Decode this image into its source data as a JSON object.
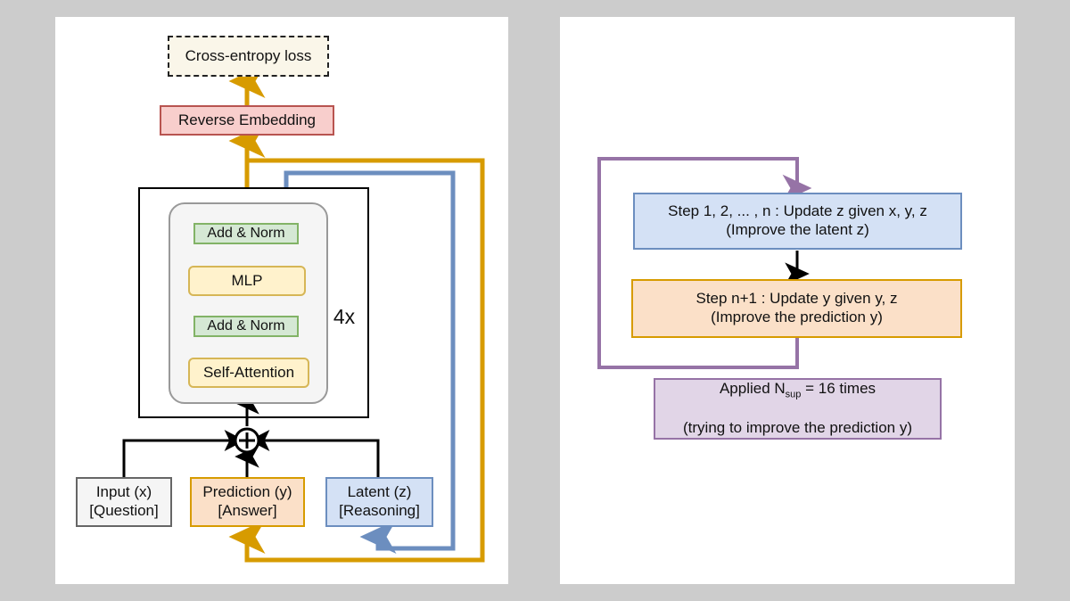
{
  "figure": {
    "background_color": "#cccccc",
    "panel_color": "#ffffff"
  },
  "palette": {
    "orange_stroke": "#d79b00",
    "orange_fill": "#fbe0c8",
    "blue_stroke": "#6c8ebf",
    "blue_fill": "#d4e1f5",
    "green_stroke": "#82b366",
    "green_fill": "#d5e8d4",
    "yellow_stroke": "#d6b656",
    "yellow_fill": "#fff2cc",
    "red_stroke": "#b85450",
    "red_fill": "#f8cecc",
    "purple_stroke": "#9673a6",
    "purple_fill": "#e1d5e7",
    "grey_stroke": "#666666",
    "grey_fill": "#f5f5f5",
    "black_stroke": "#000000",
    "dashed_fill": "#faf6e9"
  },
  "left_panel": {
    "loss_box": "Cross-entropy loss",
    "reverse_embedding": "Reverse Embedding",
    "repeat_label": "4x",
    "block": {
      "add_norm_top": "Add & Norm",
      "mlp": "MLP",
      "add_norm_bottom": "Add & Norm",
      "self_attention": "Self-Attention"
    },
    "combine_symbol": "+",
    "inputs": [
      {
        "title": "Input (x)",
        "subtitle": "[Question]"
      },
      {
        "title": "Prediction (y)",
        "subtitle": "[Answer]"
      },
      {
        "title": "Latent (z)",
        "subtitle": "[Reasoning]"
      }
    ],
    "input_x": "Input (x)\n[Question]",
    "prediction_y": "Prediction (y)\n[Answer]",
    "latent_z": "Latent (z)\n[Reasoning]"
  },
  "right_panel": {
    "step_z": "Step 1, 2, ... , n : Update z given x, y, z\n(Improve the latent z)",
    "step_y": "Step n+1 : Update y given y, z\n(Improve the prediction y)",
    "applied_line1_pre": "Applied N",
    "applied_line1_sub": "sup",
    "applied_line1_post": " = 16 times",
    "applied_line2": "(trying to improve the prediction y)",
    "n_sup_value": "16"
  }
}
